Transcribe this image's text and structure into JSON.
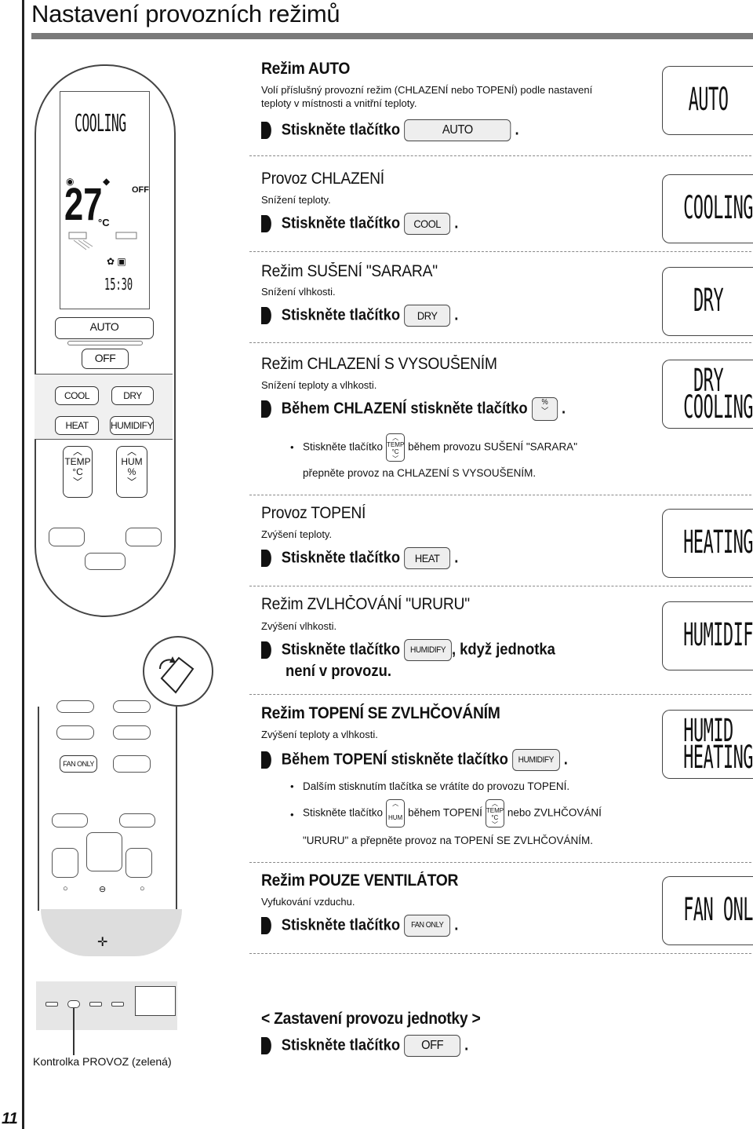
{
  "page_title": "Nastavení provozních režimů",
  "remote": {
    "lcd_mode": "COOLING",
    "lcd_temp": "27",
    "lcd_deg": "°C",
    "lcd_off": "OFF",
    "lcd_time": "15:30",
    "btn_auto": "AUTO",
    "btn_off": "OFF",
    "btn_cool": "COOL",
    "btn_dry": "DRY",
    "btn_heat": "HEAT",
    "btn_humidify": "HUMIDIFY",
    "rocker_temp_1": "TEMP",
    "rocker_temp_2": "°C",
    "rocker_hum_1": "HUM",
    "rocker_hum_2": "%",
    "btn_fan_only": "FAN ONLY"
  },
  "sections": {
    "auto": {
      "title": "Režim AUTO",
      "desc1": "Volí příslušný provozní režim (CHLAZENÍ nebo TOPENÍ) podle nastavení",
      "desc2": "teploty v místnosti a vnitřní teploty.",
      "step": "Stiskněte tlačítko",
      "btn": "AUTO",
      "display": "AUTO"
    },
    "cool": {
      "title": "Provoz CHLAZENÍ",
      "desc": "Snížení teploty.",
      "step": "Stiskněte tlačítko",
      "btn": "COOL",
      "display": "COOLING"
    },
    "dry": {
      "title": "Režim SUŠENÍ \"SARARA\"",
      "desc": "Snížení vlhkosti.",
      "step": "Stiskněte tlačítko",
      "btn": "DRY",
      "display": "DRY"
    },
    "dry_cool": {
      "title": "Režim CHLAZENÍ S VYSOUŠENÍM",
      "desc": "Snížení teploty a vlhkosti.",
      "step": "Během CHLAZENÍ stiskněte tlačítko",
      "btn": "%",
      "display1": "DRY",
      "display2": "COOLING",
      "note1a": "Stiskněte tlačítko",
      "note1b": "během provozu SUŠENÍ \"SARARA\"",
      "note2": "přepněte provoz na CHLAZENÍ S VYSOUŠENÍM."
    },
    "heat": {
      "title": "Provoz TOPENÍ",
      "desc": "Zvýšení teploty.",
      "step": "Stiskněte tlačítko",
      "btn": "HEAT",
      "display": "HEATING"
    },
    "humidify": {
      "title": "Režim ZVLHČOVÁNÍ \"URURU\"",
      "desc": "Zvýšení vlhkosti.",
      "step1": "Stiskněte tlačítko",
      "step2": ", když jednotka",
      "step3": "není v provozu.",
      "btn": "HUMIDIFY",
      "display": "HUMIDIFY"
    },
    "heat_humid": {
      "title": "Režim TOPENÍ SE ZVLHČOVÁNÍM",
      "desc": "Zvýšení teploty a vlhkosti.",
      "step": "Během TOPENÍ stiskněte tlačítko",
      "btn": "HUMIDIFY",
      "display1": "HUMID",
      "display2": "HEATING",
      "note1": "Dalším stisknutím tlačítka se vrátíte do provozu TOPENÍ.",
      "note2a": "Stiskněte tlačítko",
      "note2b": "během TOPENÍ",
      "note2c": "nebo ZVLHČOVÁNÍ",
      "note3": "\"URURU\" a přepněte provoz na TOPENÍ SE ZVLHČOVÁNÍM."
    },
    "fan": {
      "title": "Režim POUZE VENTILÁTOR",
      "desc": "Vyfukování vzduchu.",
      "step": "Stiskněte tlačítko",
      "btn": "FAN ONLY",
      "display": "FAN ONLY"
    },
    "stop": {
      "title": "< Zastavení provozu jednotky >",
      "step": "Stiskněte tlačítko",
      "btn": "OFF"
    }
  },
  "indicator_caption": "Kontrolka PROVOZ (zelená)",
  "page_number": "11"
}
